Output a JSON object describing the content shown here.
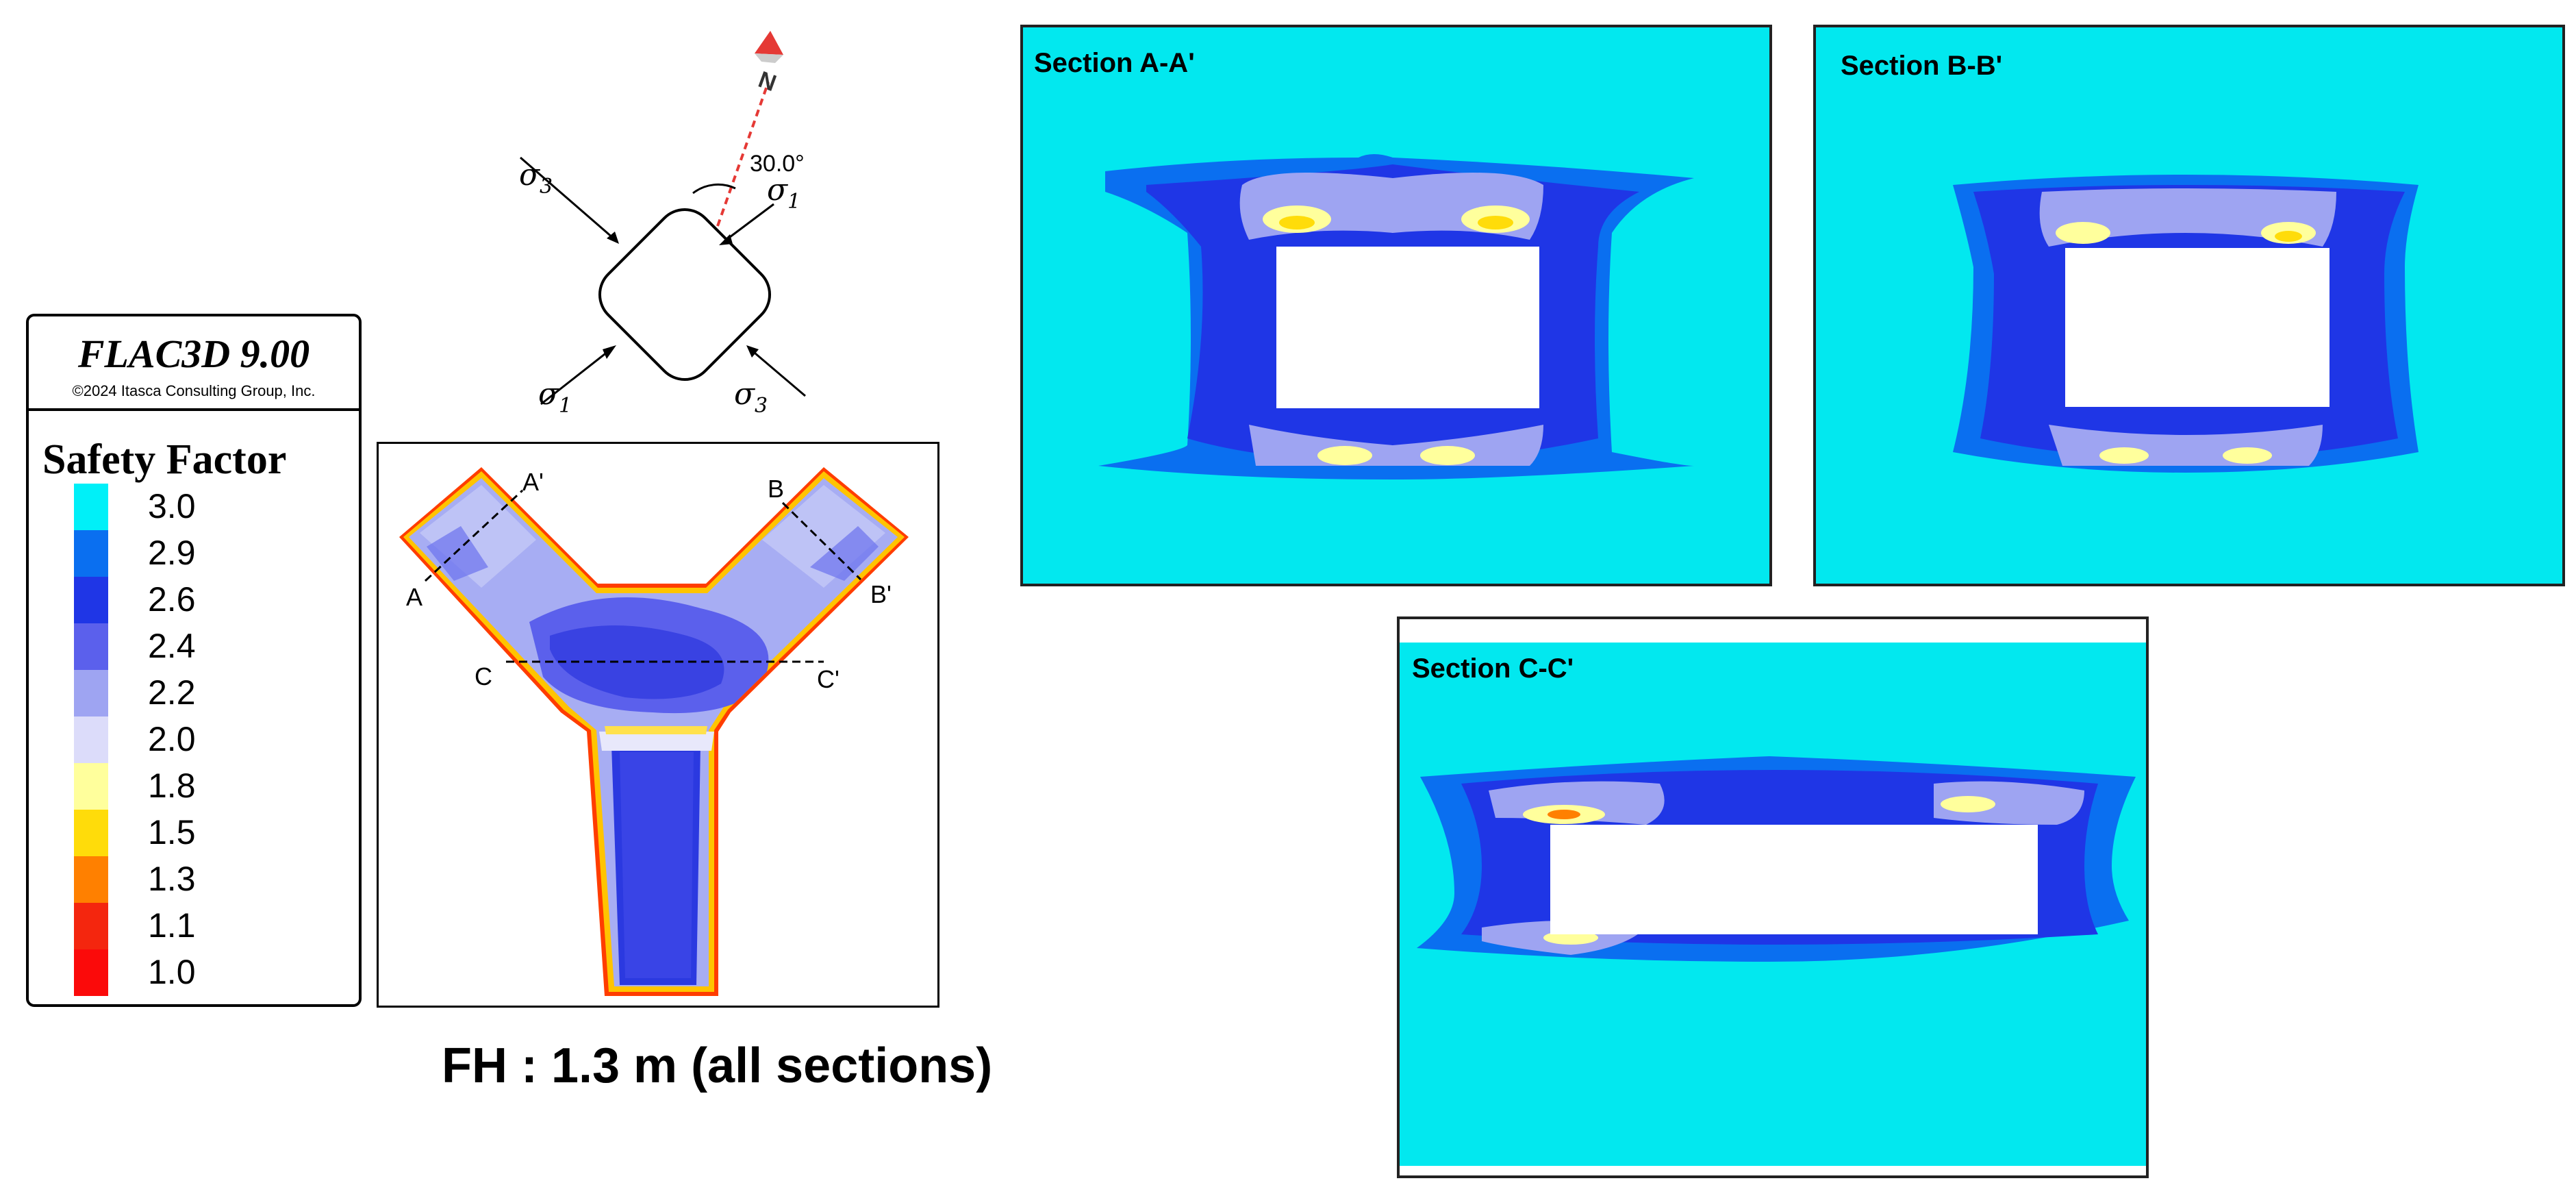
{
  "legend": {
    "app_name": "FLAC3D 9.00",
    "copyright": "©2024 Itasca Consulting Group, Inc.",
    "title": "Safety Factor",
    "items": [
      {
        "label": "3.0",
        "color": "#00f0f8"
      },
      {
        "label": "2.9",
        "color": "#0a6ff0"
      },
      {
        "label": "2.6",
        "color": "#1f36e6"
      },
      {
        "label": "2.4",
        "color": "#5b60ec"
      },
      {
        "label": "2.2",
        "color": "#9ea4f2"
      },
      {
        "label": "2.0",
        "color": "#dcdcfa"
      },
      {
        "label": "1.8",
        "color": "#ffff9c"
      },
      {
        "label": "1.5",
        "color": "#ffdc0a"
      },
      {
        "label": "1.3",
        "color": "#ff8000"
      },
      {
        "label": "1.1",
        "color": "#f4260e"
      },
      {
        "label": "1.0",
        "color": "#fb0a0a"
      }
    ]
  },
  "stress": {
    "north": "N",
    "angle": "30.0°",
    "sigma_symbol": "σ",
    "sigma1_sub": "1",
    "sigma3_sub": "3"
  },
  "plan_view": {
    "marker_a": "A",
    "marker_a_prime": "A'",
    "marker_b": "B",
    "marker_b_prime": "B'",
    "marker_c": "C",
    "marker_c_prime": "C'"
  },
  "caption": "FH : 1.3 m  (all sections)",
  "sections": {
    "aa": "Section A-A'",
    "bb": "Section B-B'",
    "cc": "Section C-C'"
  },
  "colors": {
    "background_field": "#02e8ef",
    "opening": "#ffffff",
    "plan_base": "#a7adf3"
  }
}
